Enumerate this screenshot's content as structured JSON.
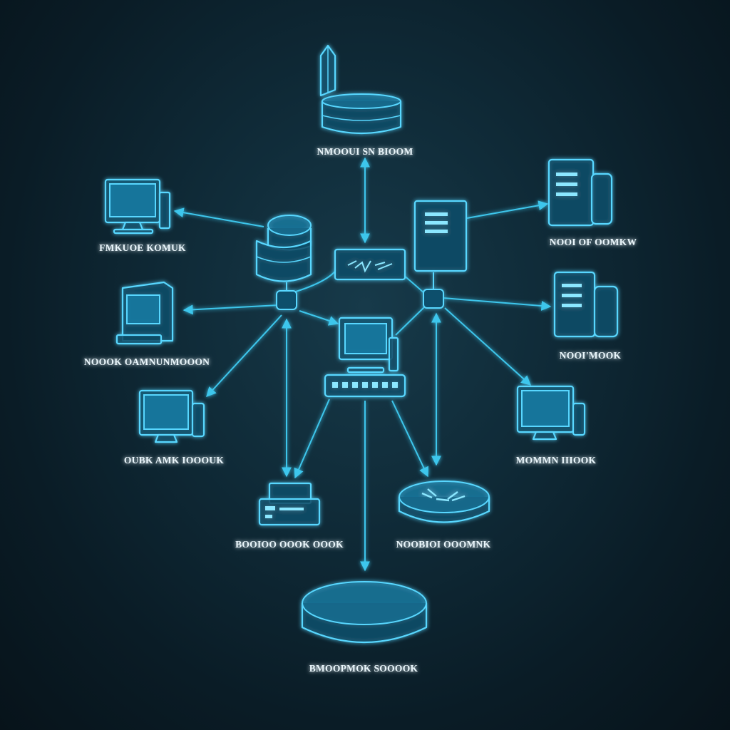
{
  "diagram": {
    "type": "network-topology",
    "accent_color": "#58d7ff",
    "background_color": "#0b1f2a",
    "labels": {
      "top_node": "NMOOUI SN BIOOM",
      "monitor_top_left": "FMKUOE KOMUK",
      "server_top_right": "NOOI OF OOMKW",
      "tower_left": "NOOOK OAMNUNMOOON",
      "server_right": "NOOI'MOOK",
      "monitor_lower_left": "OUBK AMK IOOOUK",
      "monitor_lower_right": "MOMMN IIIOOK",
      "printer_bottom_left": "BOOIOO OOOK OOOK",
      "router_bottom_right": "NOOBIOI OOOMNK",
      "storage_bottom": "BMOOPMOK SOOOOK"
    },
    "icons": [
      "antenna-icon",
      "database-cylinder-icon",
      "monitor-icon",
      "server-icon",
      "router-icon",
      "network-switch-icon",
      "desktop-workstation-icon",
      "printer-icon",
      "storage-disk-icon"
    ]
  }
}
